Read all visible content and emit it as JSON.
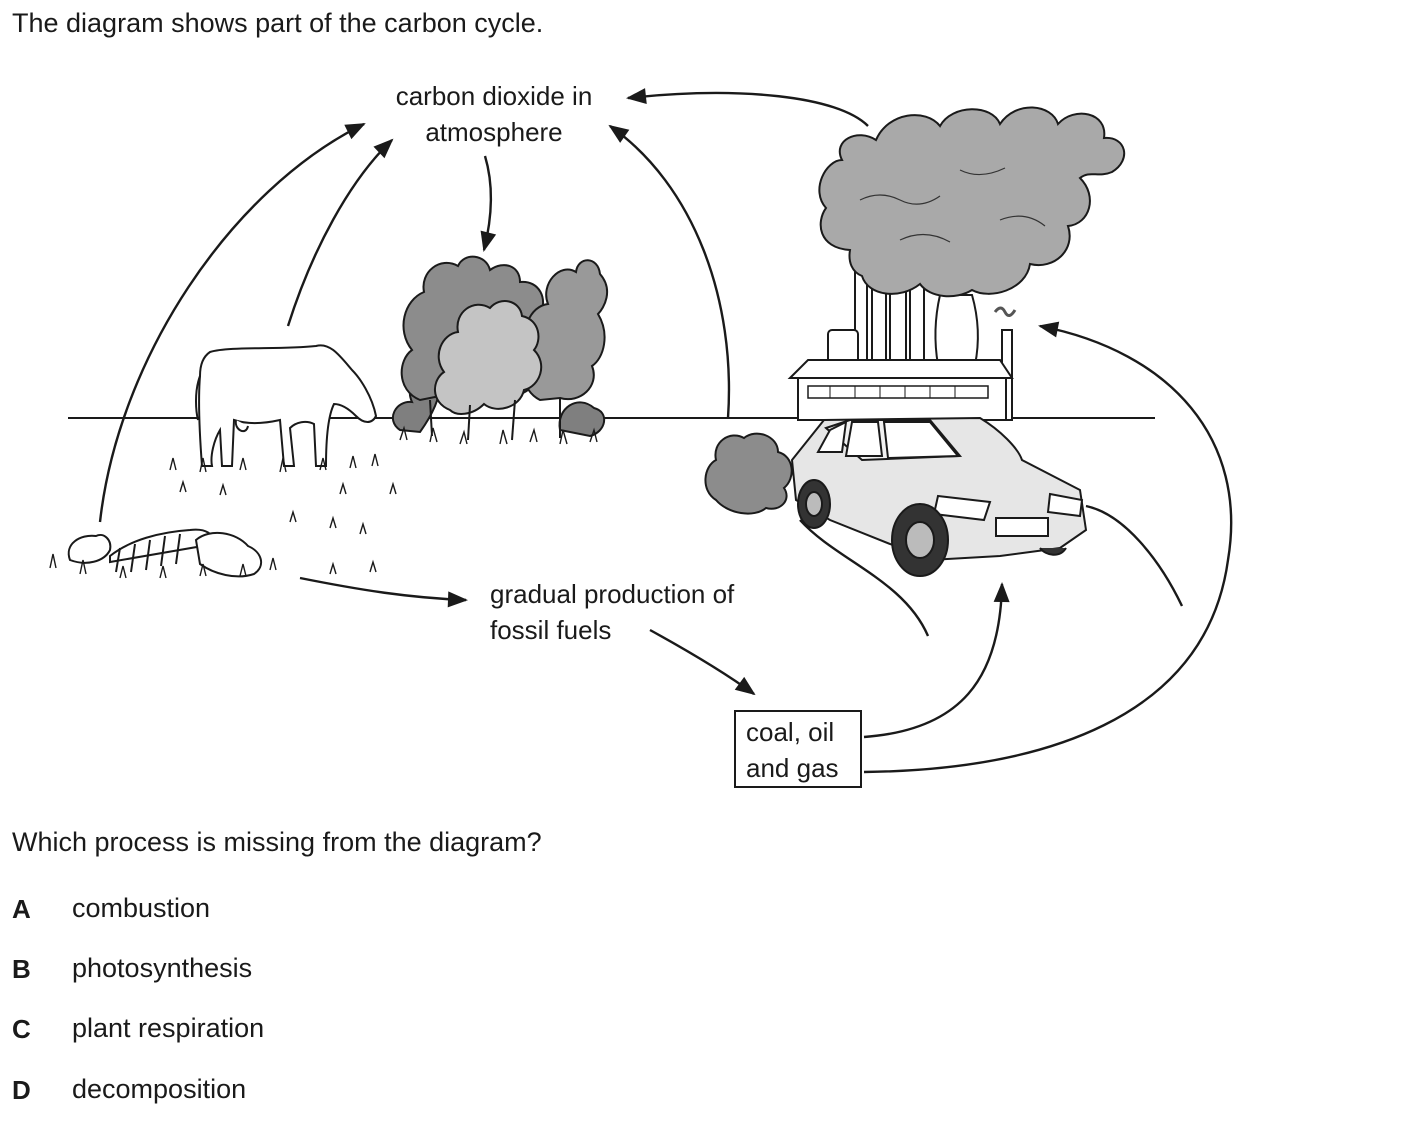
{
  "intro": "The diagram shows part of the carbon cycle.",
  "diagram": {
    "co2_line1": "carbon dioxide in",
    "co2_line2": "atmosphere",
    "fossil_line1": "gradual production of",
    "fossil_line2": "fossil fuels",
    "box_line1": "coal, oil",
    "box_line2": "and gas"
  },
  "question": "Which process is missing from the diagram?",
  "options": [
    {
      "letter": "A",
      "text": "combustion"
    },
    {
      "letter": "B",
      "text": "photosynthesis"
    },
    {
      "letter": "C",
      "text": "plant respiration"
    },
    {
      "letter": "D",
      "text": "decomposition"
    }
  ]
}
